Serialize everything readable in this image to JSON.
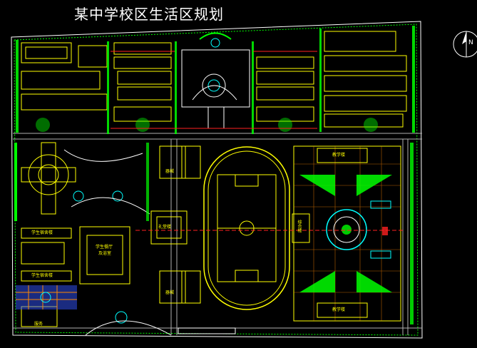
{
  "title": "某中学校区生活区规划",
  "labels": {
    "dorm_a": "学生宿舍楼",
    "dorm_b": "学生宿舍楼",
    "canteen": "学生餐厅",
    "canteen_sub": "及浴室",
    "auditorium": "礼堂楼",
    "lab_top": "教学楼",
    "lab_bottom": "教学楼",
    "gym_top": "器械",
    "gym_bottom": "器械",
    "hall_side": "综合楼",
    "service": "服务"
  },
  "north_arrow": "N",
  "colors": {
    "background": "#000000",
    "green": "#00ff00",
    "yellow": "#ffff00",
    "red": "#ff2020",
    "white": "#ffffff",
    "cyan": "#00ffff",
    "blue": "#3355ff",
    "orange": "#ff8800"
  }
}
